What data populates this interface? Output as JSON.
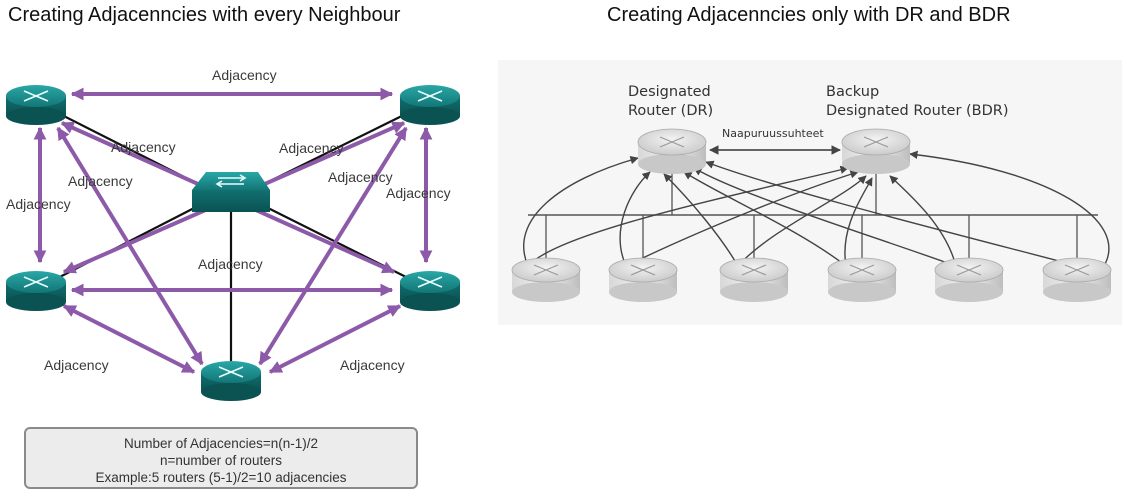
{
  "left_panel": {
    "title": "Creating Adjacenncies with every Neighbour",
    "adjacency_label": "Adjacency",
    "formula": {
      "line1": "Number of Adjacencies=n(n-1)/2",
      "line2": "n=number of routers",
      "line3": "Example:5 routers (5-1)/2=10 adjacencies"
    }
  },
  "right_panel": {
    "title": "Creating Adjacenncies only with DR and BDR",
    "dr_label_line1": "Designated",
    "dr_label_line2": "Router (DR)",
    "bdr_label_line1": "Backup",
    "bdr_label_line2": "Designated Router (BDR)",
    "dr_bdr_link_label": "Naapuruussuhteet"
  },
  "colors": {
    "adjacency_arrow": "#8c5aa8",
    "router_teal": "#1a8a8a",
    "switch_teal": "#1f9a9a",
    "link_black": "#111111",
    "gray_router": "#bdbdbd"
  },
  "icons": {
    "router": "router-icon",
    "switch": "switch-icon"
  }
}
